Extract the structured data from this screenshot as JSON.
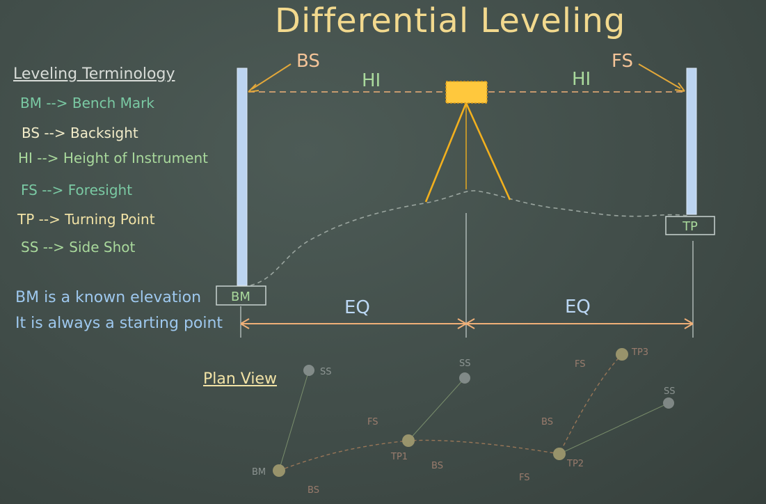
{
  "title": "Differential Leveling",
  "terminology": {
    "heading": "Leveling Terminology",
    "items": [
      {
        "text": "BM --> Bench Mark",
        "color": "#7ac9a3"
      },
      {
        "text": "BS --> Backsight",
        "color": "#f2ecc9"
      },
      {
        "text": "HI --> Height of Instrument",
        "color": "#a9d99c"
      },
      {
        "text": "FS --> Foresight",
        "color": "#7ac9a3"
      },
      {
        "text": "TP --> Turning Point",
        "color": "#f2e3a6"
      },
      {
        "text": "SS --> Side Shot",
        "color": "#a9d99c"
      }
    ]
  },
  "notes": [
    "BM is a known elevation",
    "It is always a starting point"
  ],
  "diagram": {
    "bs_label": "BS",
    "fs_label": "FS",
    "hi_left": "HI",
    "hi_right": "HI",
    "bm_box": "BM",
    "tp_box": "TP",
    "eq_left": "EQ",
    "eq_right": "EQ"
  },
  "plan_view": {
    "title": "Plan View",
    "labels": {
      "ss1": "SS",
      "ss2": "SS",
      "ss3": "SS",
      "fs1": "FS",
      "fs2": "FS",
      "fs3": "FS",
      "bs1": "BS",
      "bs2": "BS",
      "bs3": "BS",
      "tp1": "TP1",
      "tp2": "TP2",
      "tp3": "TP3",
      "bm": "BM"
    }
  },
  "colors": {
    "rod": "#bcd4f0",
    "instrument": "#ffc83d",
    "tripod": "#f2b01e",
    "sightline": "#f0b078",
    "dimension": "#f0b078",
    "eq_text": "#bcd8f5",
    "hi_text": "#a9d99c",
    "callout": "#f5c498"
  }
}
